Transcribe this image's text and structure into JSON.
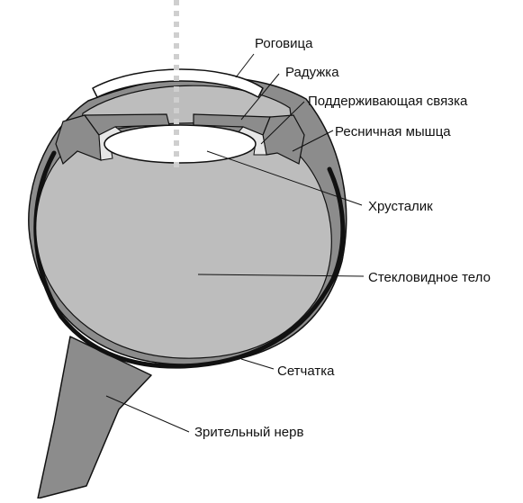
{
  "labels": {
    "cornea": "Роговица",
    "iris": "Радужка",
    "ligament": "Поддерживающая связка",
    "ciliary_muscle": "Ресничная мышца",
    "lens": "Хрусталик",
    "vitreous": "Стекловидное тело",
    "retina": "Сетчатка",
    "optic_nerve": "Зрительный нерв"
  },
  "colors": {
    "body_fill": "#bdbdbd",
    "dark_layer": "#8c8c8c",
    "outline": "#111111",
    "axis_dashes": "#cfcfcf"
  }
}
